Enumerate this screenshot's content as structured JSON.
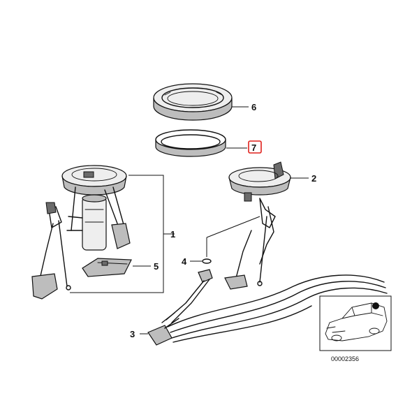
{
  "callouts": [
    {
      "id": "1",
      "label": "1",
      "highlighted": false
    },
    {
      "id": "2",
      "label": "2",
      "highlighted": false
    },
    {
      "id": "3",
      "label": "3",
      "highlighted": false
    },
    {
      "id": "4",
      "label": "4",
      "highlighted": false
    },
    {
      "id": "5",
      "label": "5",
      "highlighted": false
    },
    {
      "id": "6",
      "label": "6",
      "highlighted": false
    },
    {
      "id": "7",
      "label": "7",
      "highlighted": true
    }
  ],
  "reference_number": "00002356",
  "colors": {
    "highlight": "#e0201b",
    "ink": "#111111",
    "shade": "#bdbdbd"
  }
}
